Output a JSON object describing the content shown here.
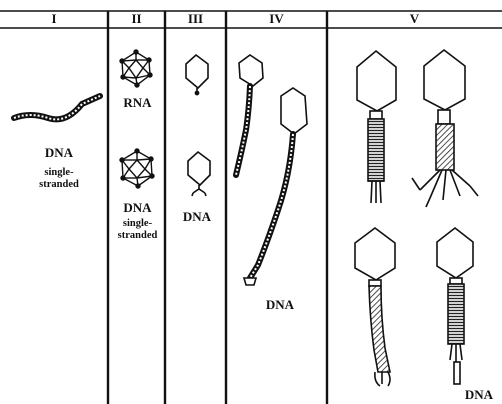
{
  "headers": [
    "I",
    "II",
    "III",
    "IV",
    "V"
  ],
  "labels": {
    "col1_main": "DNA",
    "col1_sub_line1": "single-",
    "col1_sub_line2": "stranded",
    "col2_rna": "RNA",
    "col2_dna": "DNA",
    "col2_sub_line1": "single-",
    "col2_sub_line2": "stranded",
    "col3_dna": "DNA",
    "col4_dna": "DNA",
    "col5_dna": "DNA"
  }
}
